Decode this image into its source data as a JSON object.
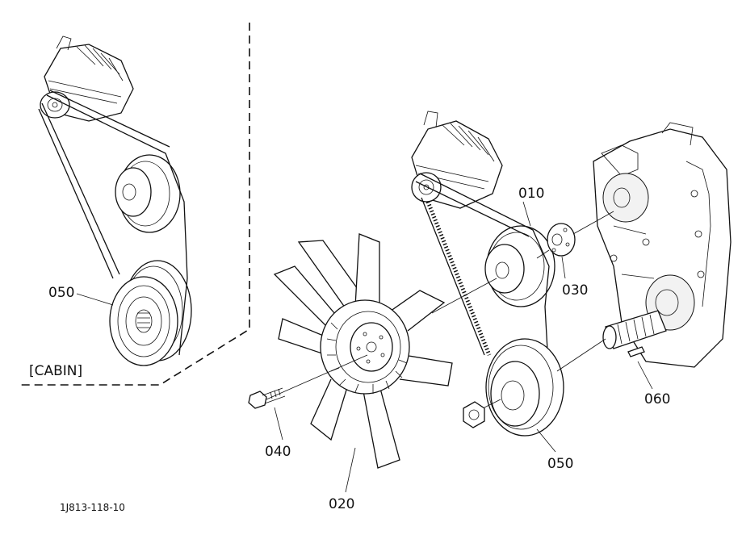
{
  "labels": {
    "p010": "010",
    "p020": "020",
    "p030": "030",
    "p040": "040",
    "p050_left": "050",
    "p050_right": "050",
    "p060": "060",
    "cabin": "[CABIN]",
    "figure_id": "1J813-118-10"
  },
  "colors": {
    "ink": "#111111",
    "background": "#ffffff"
  }
}
